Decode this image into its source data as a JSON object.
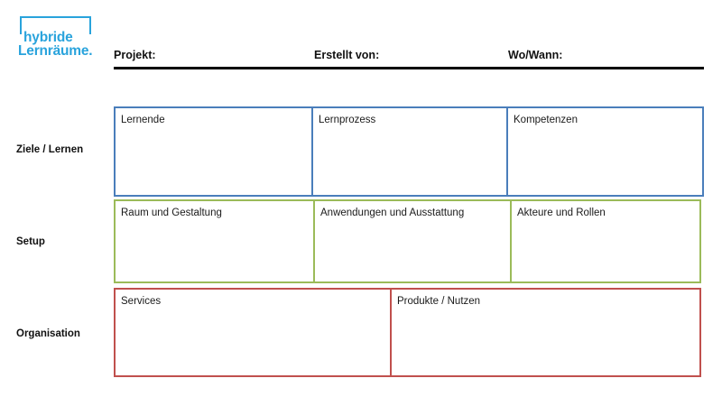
{
  "logo": {
    "line1": "hybride",
    "line2": "Lernräume.",
    "color": "#29A3DC",
    "bracket_icon": "corner-bracket-icon"
  },
  "header": {
    "fields": [
      {
        "label": "Projekt:"
      },
      {
        "label": "Erstellt von:"
      },
      {
        "label": "Wo/Wann:"
      }
    ],
    "rule_color": "#000000"
  },
  "canvas": {
    "rows": [
      {
        "name": "ziele",
        "label": "Ziele / Lernen",
        "color": "#4A7EBB",
        "cells": [
          {
            "label": "Lernende"
          },
          {
            "label": "Lernprozess"
          },
          {
            "label": "Kompetenzen"
          }
        ]
      },
      {
        "name": "setup",
        "label": "Setup",
        "color": "#9BBB59",
        "cells": [
          {
            "label": "Raum und Gestaltung"
          },
          {
            "label": "Anwendungen und Ausstattung"
          },
          {
            "label": "Akteure und Rollen"
          }
        ]
      },
      {
        "name": "organisation",
        "label": "Organisation",
        "color": "#C0504D",
        "cells": [
          {
            "label": "Services"
          },
          {
            "label": "Produkte / Nutzen"
          }
        ]
      }
    ]
  }
}
